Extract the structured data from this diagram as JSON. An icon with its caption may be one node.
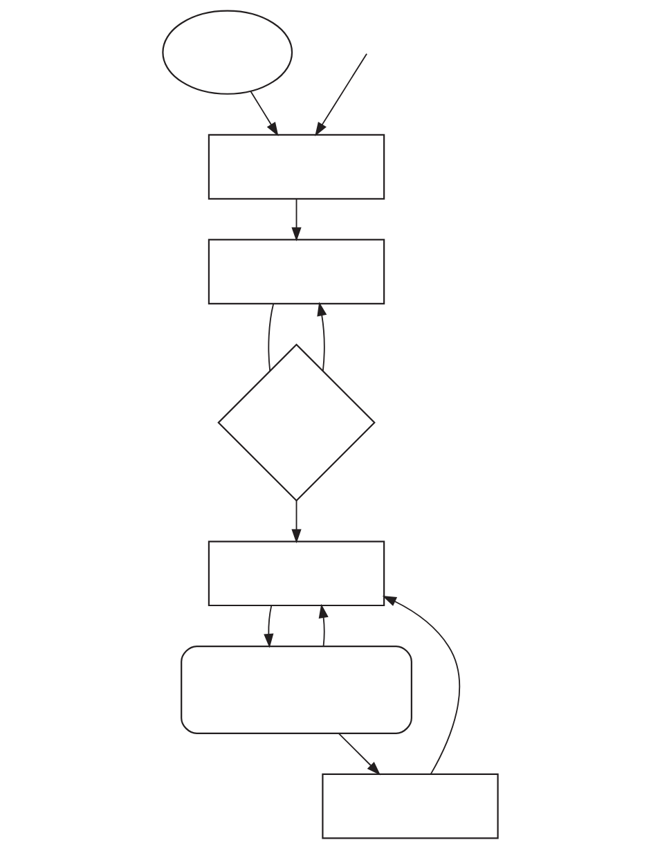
{
  "diagram": {
    "nodes": [
      {
        "text": [],
        "shape": "ellipse"
      },
      {
        "text": [],
        "shape": "box"
      },
      {
        "text": [],
        "shape": "box"
      },
      {
        "text": [],
        "shape": "diamond"
      },
      {
        "text": [],
        "shape": "box"
      },
      {
        "text": [],
        "shape": "box"
      },
      {
        "text": [],
        "shape": "rounded"
      }
    ],
    "edges": [
      {
        "from": 0,
        "to": 1,
        "arrow": "to"
      },
      {
        "from": null,
        "to": 1,
        "arrow": "to"
      },
      {
        "from": 1,
        "to": 2,
        "arrow": "to"
      },
      {
        "from": 2,
        "to": 3,
        "arrow": "none"
      },
      {
        "from": 3,
        "to": 2,
        "arrow": "to"
      },
      {
        "from": 3,
        "to": 4,
        "arrow": "to"
      },
      {
        "from": 6,
        "to": 4,
        "arrow": "to"
      },
      {
        "from": 5,
        "to": 4,
        "arrow": "to"
      },
      {
        "from": 4,
        "to": 6,
        "arrow": "to"
      },
      {
        "from": 6,
        "to": 5,
        "arrow": "to"
      }
    ]
  }
}
